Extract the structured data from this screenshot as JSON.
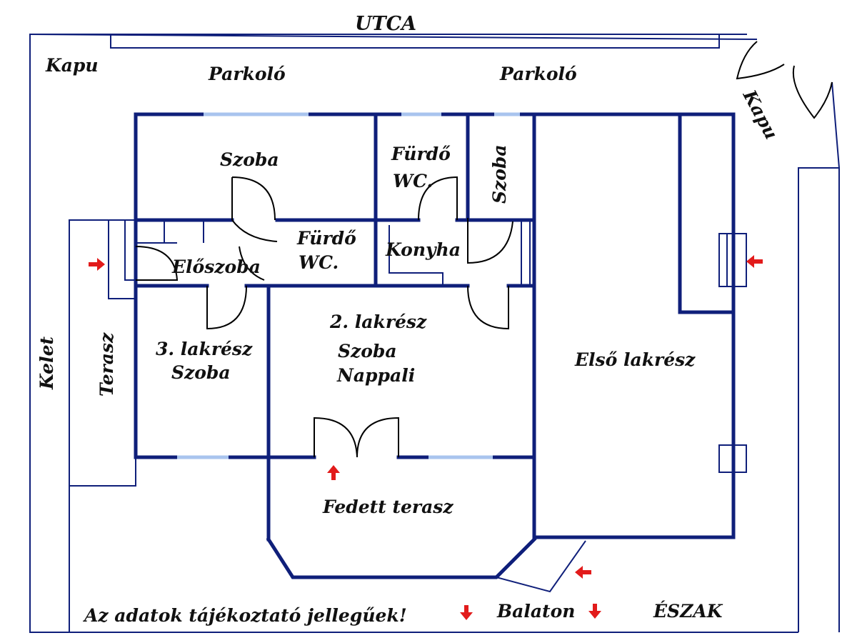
{
  "labels": {
    "street": "UTCA",
    "gate_left": "Kapu",
    "gate_right": "Kapu",
    "parking_left": "Parkoló",
    "parking_right": "Parkoló",
    "room_top": "Szoba",
    "bath_top_1": "Fürdő",
    "bath_top_2": "WC.",
    "room_small": "Szoba",
    "bath_mid_1": "Fürdő",
    "bath_mid_2": "WC.",
    "kitchen": "Konyha",
    "hall": "Előszoba",
    "unit2_1": "2. lakrész",
    "unit2_2": "Szoba",
    "unit2_3": "Nappali",
    "unit3_1": "3. lakrész",
    "unit3_2": "Szoba",
    "unit1": "Első lakrész",
    "terrace": "Terasz",
    "east": "Kelet",
    "covered_terrace": "Fedett terasz",
    "disclaimer": "Az adatok tájékoztató jellegűek!",
    "balaton": "Balaton",
    "north": "ÉSZAK"
  },
  "colors": {
    "wall": "#0f1f7a",
    "window": "#a9c4ee",
    "arrow": "#e21b1b",
    "text": "#111111"
  }
}
